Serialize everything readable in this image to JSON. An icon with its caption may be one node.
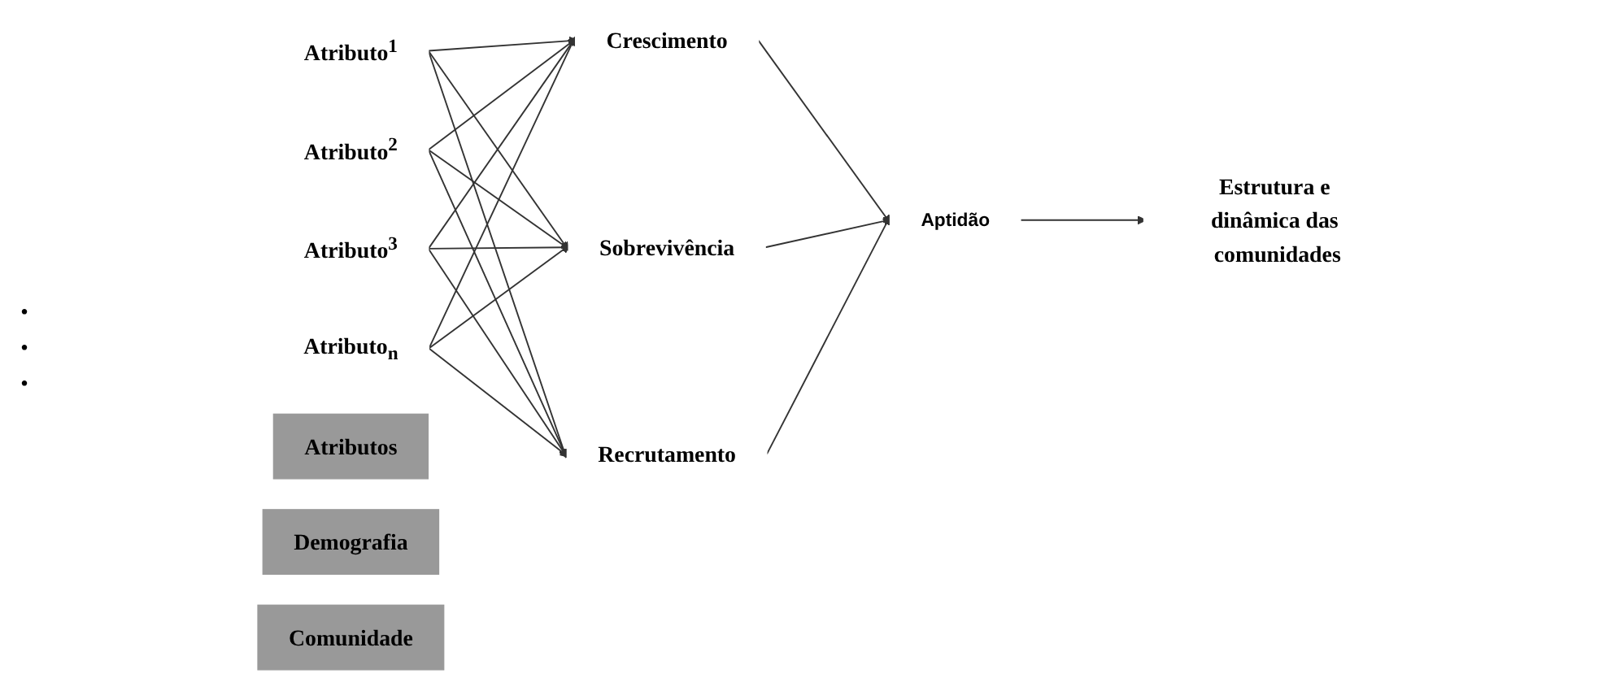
{
  "diagram": {
    "nodes": [
      {
        "text": [
          "Atributo$^{1}$"
        ]
      },
      {
        "text": [
          "Atributo$^{2}$"
        ]
      },
      {
        "text": [
          "Atributo$^{3}$"
        ]
      },
      {
        "text": [
          "Atributo$_{n}$"
        ]
      },
      {
        "text": [
          "Crescimento"
        ]
      },
      {
        "text": [
          "Sobrevivência"
        ]
      },
      {
        "text": [
          "Recrutamento"
        ]
      },
      {
        "text": [
          "Aptidão"
        ]
      },
      {
        "text": [
          "Estrutura e dinâmica das comunidades"
        ]
      },
      {
        "text": [
          "Atributos"
        ]
      },
      {
        "text": [
          "Demografia"
        ]
      },
      {
        "text": [
          "Comunidade"
        ]
      }
    ],
    "edges": [
      {
        "from": 0,
        "to": 4,
        "arrow": "to"
      },
      {
        "from": 0,
        "to": 5,
        "arrow": "to"
      },
      {
        "from": 0,
        "to": 6,
        "arrow": "to"
      },
      {
        "from": 1,
        "to": 4,
        "arrow": "to"
      },
      {
        "from": 1,
        "to": 5,
        "arrow": "to"
      },
      {
        "from": 1,
        "to": 6,
        "arrow": "to"
      },
      {
        "from": 2,
        "to": 4,
        "arrow": "to"
      },
      {
        "from": 2,
        "to": 5,
        "arrow": "to"
      },
      {
        "from": 2,
        "to": 6,
        "arrow": "to"
      },
      {
        "from": 3,
        "to": 4,
        "arrow": "to"
      },
      {
        "from": 3,
        "to": 5,
        "arrow": "to"
      },
      {
        "from": 3,
        "to": 6,
        "arrow": "to"
      },
      {
        "from": 4,
        "to": 7,
        "arrow": "to"
      },
      {
        "from": 5,
        "to": 7,
        "arrow": "to"
      },
      {
        "from": 6,
        "to": 7,
        "arrow": "to"
      },
      {
        "from": 7,
        "to": 8,
        "arrow": "to"
      }
    ],
    "labels": [
      ".",
      ".",
      "."
    ]
  }
}
